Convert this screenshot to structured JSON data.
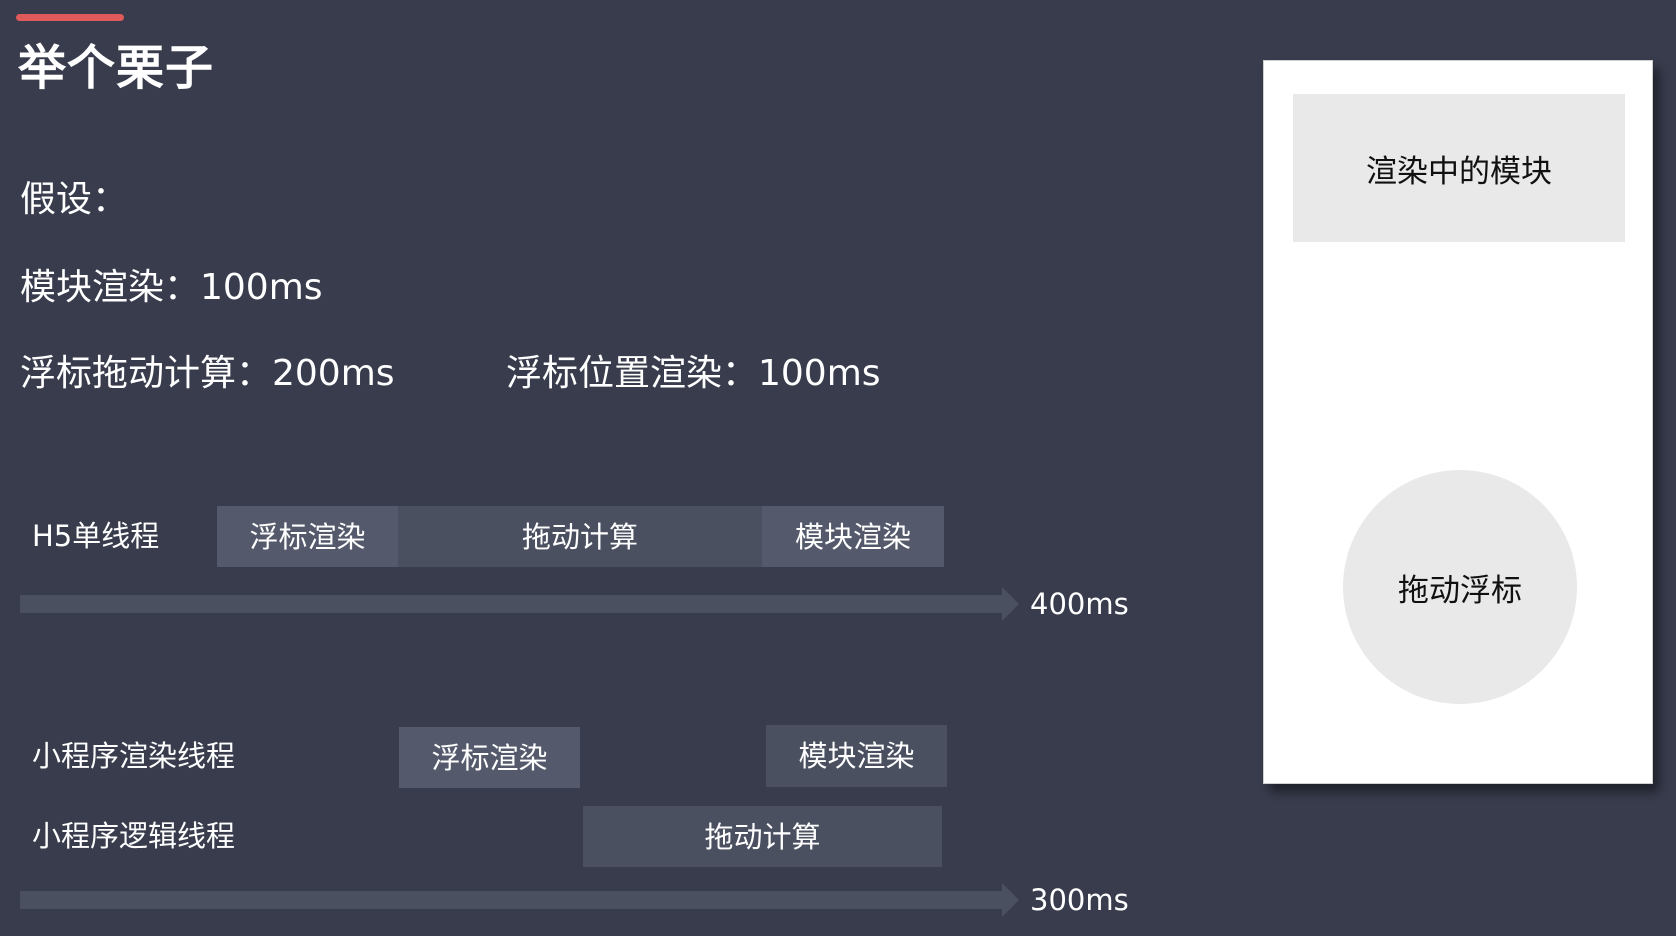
{
  "slide": {
    "title": "举个栗子",
    "accent_color": "#e15a5a",
    "background_color": "#383c4d"
  },
  "assumptions": {
    "heading": "假设：",
    "module_render": "模块渲染：100ms",
    "drag_compute": "浮标拖动计算：200ms",
    "float_position_render": "浮标位置渲染：100ms"
  },
  "timeline_h5": {
    "lane_label": "H5单线程",
    "blocks": [
      {
        "label": "浮标渲染",
        "duration_ms": 100
      },
      {
        "label": "拖动计算",
        "duration_ms": 200
      },
      {
        "label": "模块渲染",
        "duration_ms": 100
      }
    ],
    "total_label": "400ms"
  },
  "timeline_miniprogram": {
    "render_lane_label": "小程序渲染线程",
    "logic_lane_label": "小程序逻辑线程",
    "render_blocks": [
      {
        "label": "浮标渲染"
      },
      {
        "label": "模块渲染"
      }
    ],
    "logic_blocks": [
      {
        "label": "拖动计算"
      }
    ],
    "total_label": "300ms"
  },
  "phone": {
    "module_label": "渲染中的模块",
    "float_label": "拖动浮标"
  }
}
